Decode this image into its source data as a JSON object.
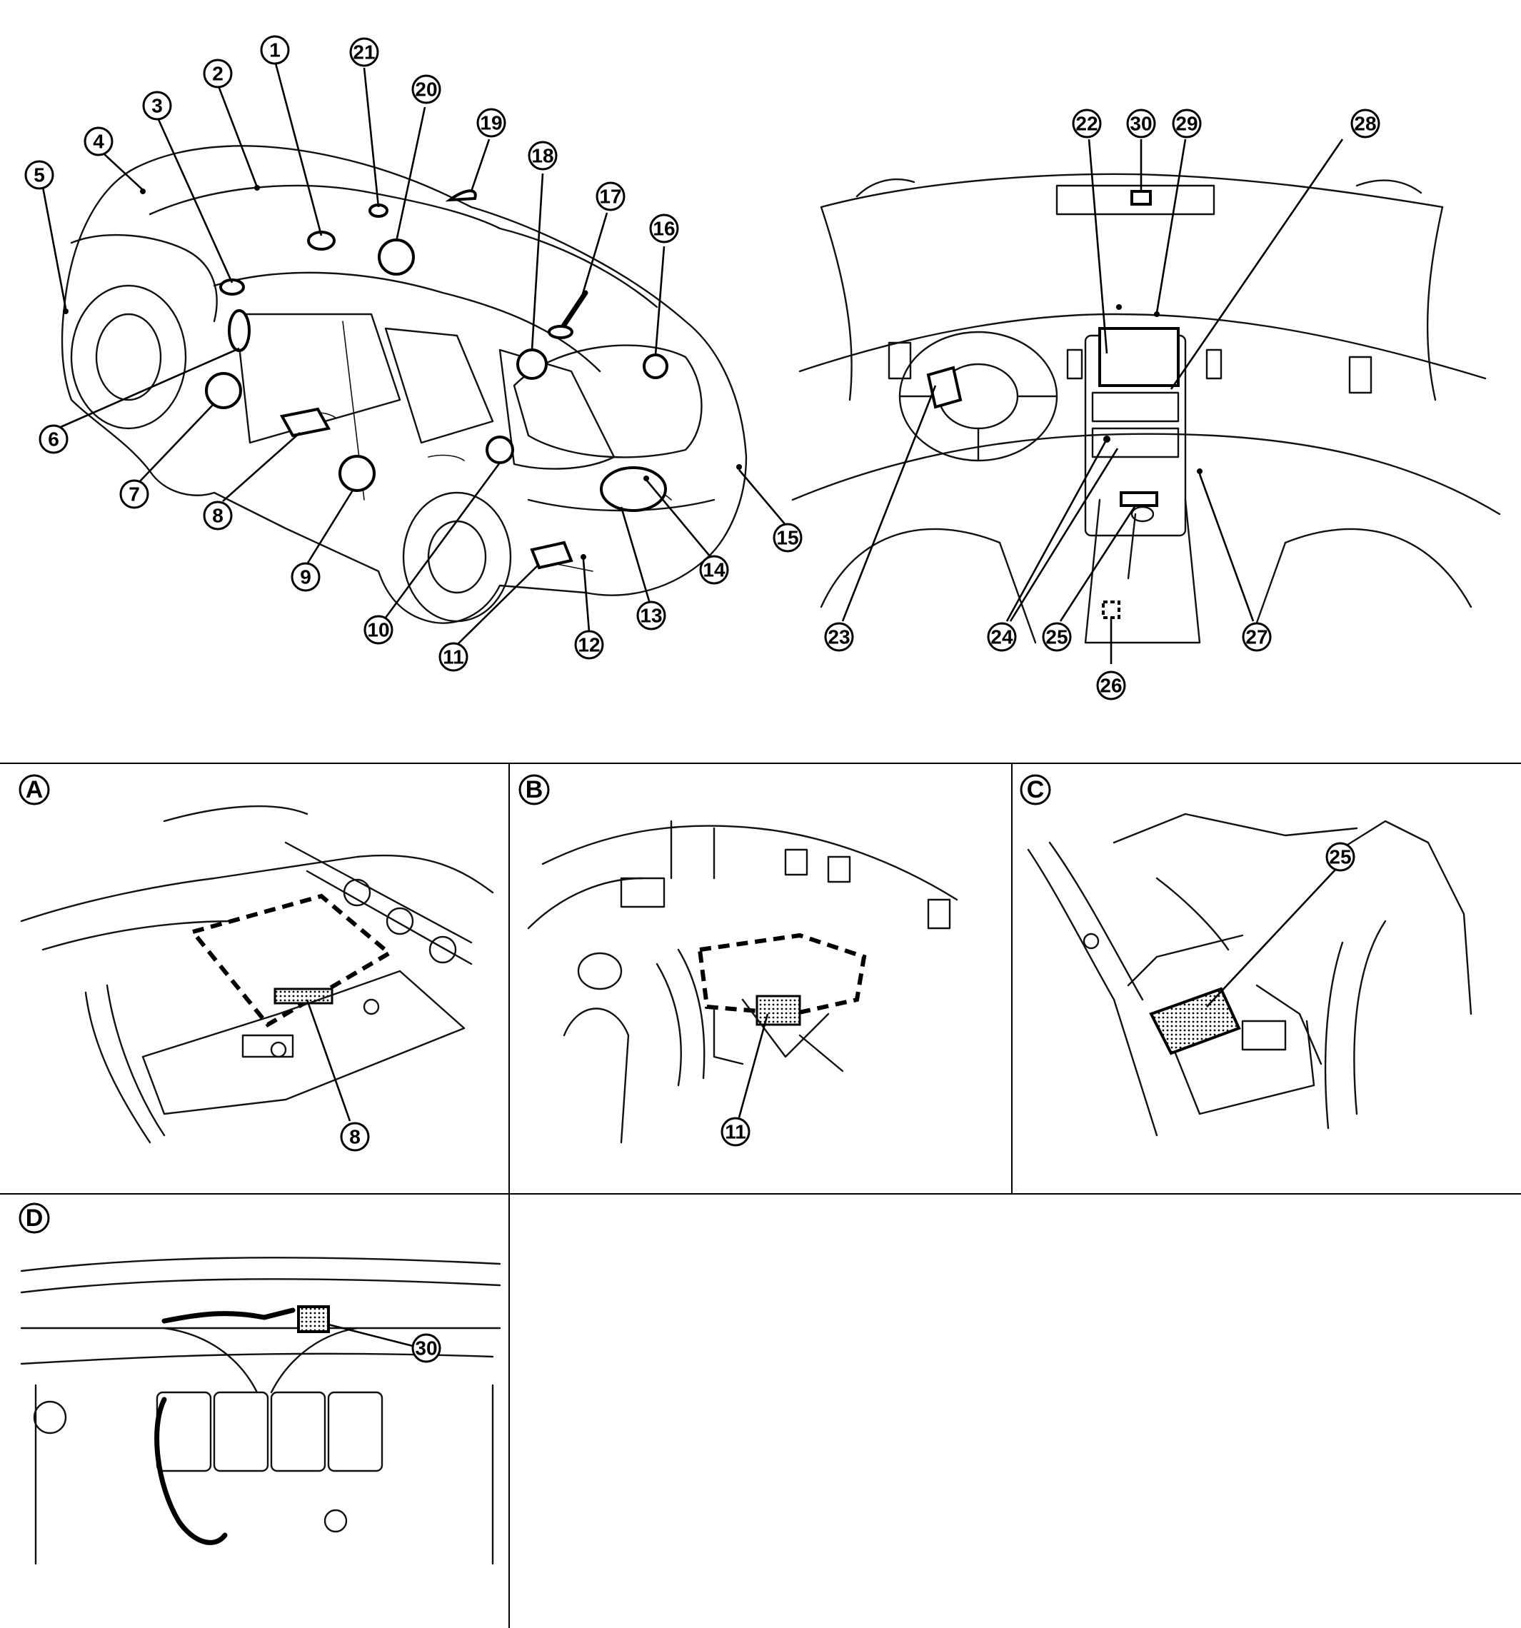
{
  "callouts": {
    "c1": "1",
    "c2": "2",
    "c3": "3",
    "c4": "4",
    "c5": "5",
    "c6": "6",
    "c7": "7",
    "c8": "8",
    "c9": "9",
    "c10": "10",
    "c11": "11",
    "c12": "12",
    "c13": "13",
    "c14": "14",
    "c15": "15",
    "c16": "16",
    "c17": "17",
    "c18": "18",
    "c19": "19",
    "c20": "20",
    "c21": "21",
    "c22": "22",
    "c23": "23",
    "c24": "24",
    "c25": "25",
    "c26": "26",
    "c27": "27",
    "c28": "28",
    "c29": "29",
    "c30": "30"
  },
  "detail_panels": {
    "A": {
      "label": "A",
      "callout": "8"
    },
    "B": {
      "label": "B",
      "callout": "11"
    },
    "C": {
      "label": "C",
      "callout": "25"
    },
    "D": {
      "label": "D",
      "callout": "30"
    }
  }
}
